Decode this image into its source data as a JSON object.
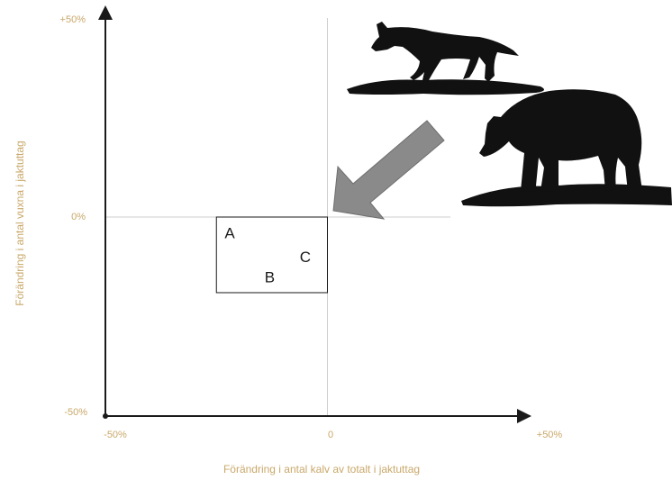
{
  "chart_data": {
    "type": "scatter",
    "title": "",
    "xlabel": "Förändring i antal kalv av totalt i jaktuttag",
    "ylabel": "Förändring i antal vuxna i jaktuttag",
    "xlim": [
      -50,
      50
    ],
    "ylim": [
      -50,
      50
    ],
    "x_ticks": [
      "-50%",
      "0",
      "+50%"
    ],
    "y_ticks": [
      "+50%",
      "0%",
      "-50%"
    ],
    "grid": "reference lines at x = 0 and y = 0",
    "region": {
      "x": [
        -25,
        0
      ],
      "y": [
        -19,
        0
      ]
    },
    "points": [
      {
        "label": "A",
        "x": -22,
        "y": -4
      },
      {
        "label": "B",
        "x": -13,
        "y": -15
      },
      {
        "label": "C",
        "x": -5,
        "y": -10
      }
    ],
    "annotation": "grey arrow pointing from the predator silhouettes (wolf and bear) to the origin",
    "colors": {
      "axis": "#1a1a1a",
      "label": "#c9a86a",
      "ref_line": "#cfcfcf",
      "arrow": "#8a8a8a",
      "silhouette": "#111111"
    }
  }
}
